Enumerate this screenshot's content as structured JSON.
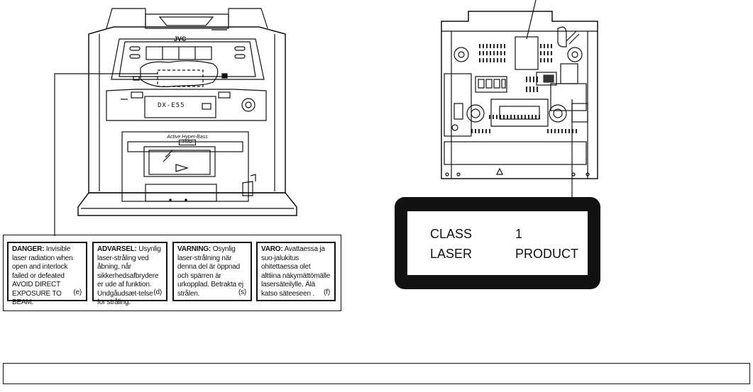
{
  "device": {
    "brand": "JVC",
    "model": "DX-E55",
    "bass_badge": "Active Hyper-Bass",
    "bass_badge_sub": "PRO"
  },
  "warnings": [
    {
      "lang": "e",
      "head": "DANGER:",
      "body": "Invisible laser radiation when open and interlock failed or defeated AVOID DIRECT EXPOSURE TO BEAM.",
      "code": "(e)"
    },
    {
      "lang": "d",
      "head": "ADVARSEL:",
      "body": "Usynlig laser-stråling ved åbning, når sikkerhedsafbrydere er ude af funktion. Undgåudsæt-telse for stråling.",
      "code": "(d)"
    },
    {
      "lang": "s",
      "head": "VARNING:",
      "body": "Osynlig laser-strålning när denna del är öppnad och spärren är urkopplad. Betrakta ej strålen.",
      "code": "(s)"
    },
    {
      "lang": "f",
      "head": "VARO:",
      "body": "Avattaessa ja suo-jalukitus ohitettaessa olet alttiina näkymättömälle lasersäteilylle. Älä katso säteeseen .",
      "code": "(f)"
    }
  ],
  "laser_label": {
    "row1_left": "CLASS",
    "row1_right": "1",
    "row2_left": "LASER",
    "row2_right": "PRODUCT"
  },
  "bottom_bar": {
    "text": ""
  }
}
